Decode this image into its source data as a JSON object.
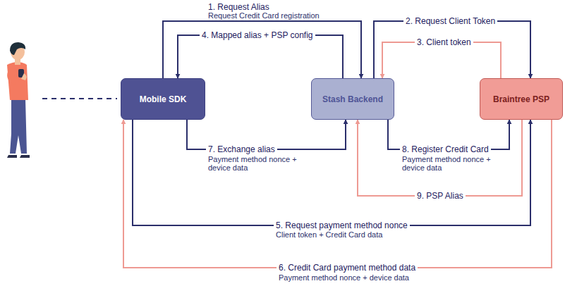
{
  "diagram": {
    "nodes": [
      {
        "text": [
          "Mobile SDK"
        ]
      },
      {
        "text": [
          "Stash Backend"
        ]
      },
      {
        "text": [
          "Braintree PSP"
        ]
      }
    ],
    "edges": [
      {
        "from": 0,
        "to": 1,
        "arrow": "to",
        "label": "1. Request Alias"
      },
      {
        "from": 1,
        "to": 2,
        "arrow": "to",
        "label": "2. Request Client Token"
      },
      {
        "from": 2,
        "to": 1,
        "arrow": "to",
        "label": "3. Client token"
      },
      {
        "from": 1,
        "to": 0,
        "arrow": "to",
        "label": "4. Mapped alias + PSP config"
      },
      {
        "from": 0,
        "to": 2,
        "arrow": "to",
        "label": "5. Request payment method nonce"
      },
      {
        "from": 2,
        "to": 0,
        "arrow": "to",
        "label": "6. Credit Card payment method data"
      },
      {
        "from": 0,
        "to": 1,
        "arrow": "to",
        "label": "7. Exchange alias"
      },
      {
        "from": 1,
        "to": 2,
        "arrow": "to",
        "label": "8. Register Credit Card"
      },
      {
        "from": 2,
        "to": 1,
        "arrow": "to",
        "label": "9. PSP Alias"
      }
    ],
    "labels": [
      "Request Credit Card registration",
      "Client token + Credit Card data",
      "Payment method nonce + device data",
      "Payment method nonce + device data",
      "Payment method nonce + device data"
    ]
  }
}
